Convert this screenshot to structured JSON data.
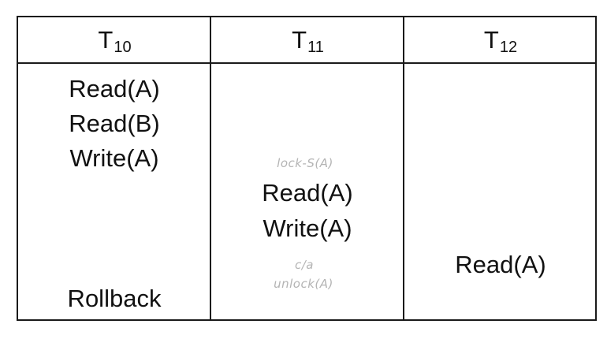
{
  "columns": [
    {
      "name": "T",
      "sub": "10"
    },
    {
      "name": "T",
      "sub": "11"
    },
    {
      "name": "T",
      "sub": "12"
    }
  ],
  "t10_ops": [
    "Read(A)",
    "Read(B)",
    "Write(A)",
    "Rollback"
  ],
  "t11_ops": [
    "Read(A)",
    "Write(A)"
  ],
  "t11_notes": [
    "lock-S(A)",
    "c/a",
    "unlock(A)"
  ],
  "t12_ops": [
    "Read(A)"
  ]
}
